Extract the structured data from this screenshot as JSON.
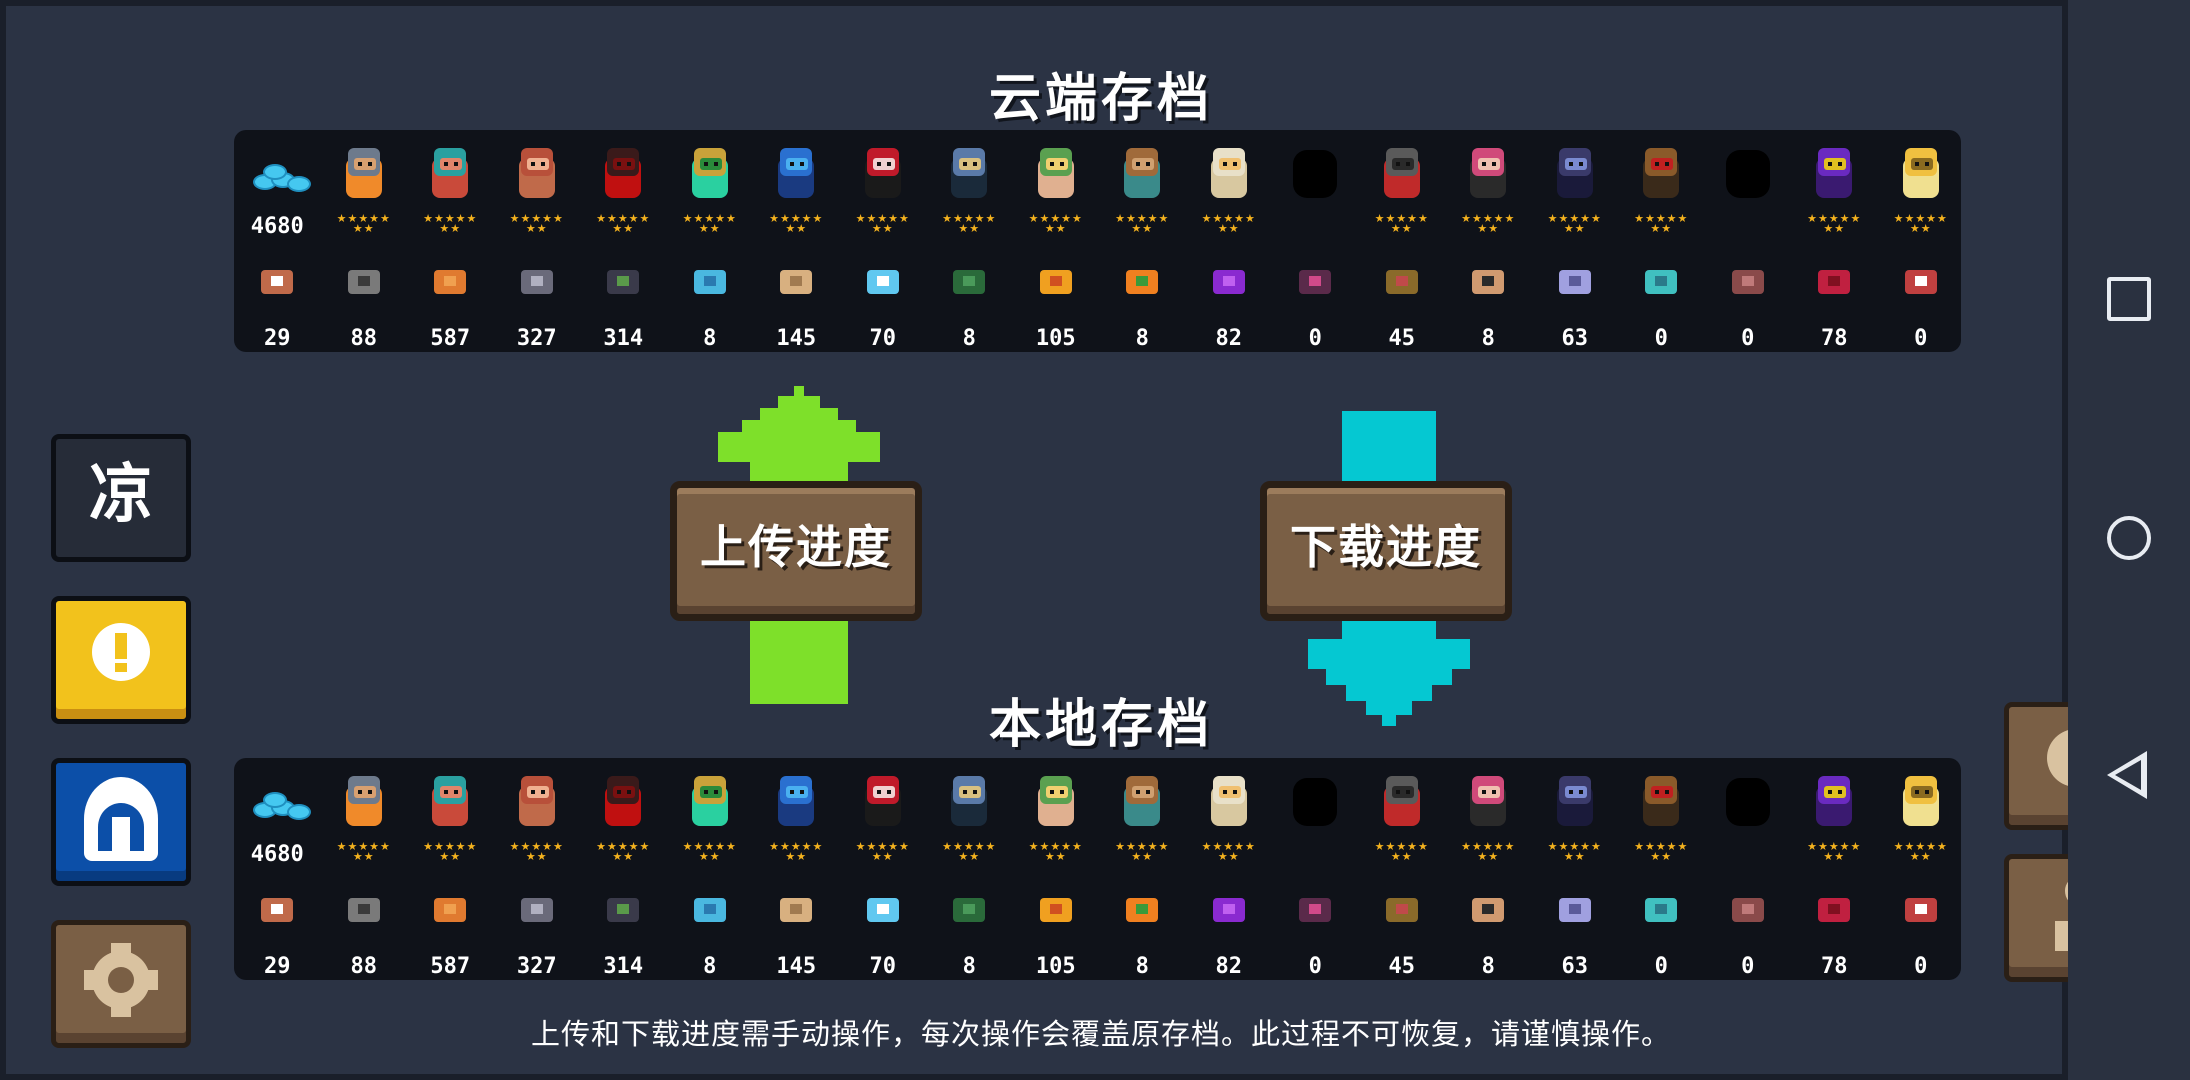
{
  "titles": {
    "cloud": "云端存档",
    "local": "本地存档"
  },
  "buttons": {
    "upload": "上传进度",
    "download": "下载进度"
  },
  "side": {
    "cool_label": "凉"
  },
  "footer_note": "上传和下载进度需手动操作，每次操作会覆盖原存档。此过程不可恢复，请谨慎操作。",
  "cloud": {
    "gems": "4680",
    "characters": [
      {
        "name": "knight",
        "stars": "★★★★★\n★★"
      },
      {
        "name": "rogue",
        "stars": "★★★★★\n★★"
      },
      {
        "name": "witch",
        "stars": "★★★★★\n★★"
      },
      {
        "name": "assassin",
        "stars": "★★★★★\n★★"
      },
      {
        "name": "engineer",
        "stars": "★★★★★\n★★"
      },
      {
        "name": "robot",
        "stars": "★★★★★\n★★"
      },
      {
        "name": "vampire",
        "stars": "★★★★★\n★★"
      },
      {
        "name": "paladin",
        "stars": "★★★★★\n★★"
      },
      {
        "name": "elf",
        "stars": "★★★★★\n★★"
      },
      {
        "name": "werewolf",
        "stars": "★★★★★\n★★"
      },
      {
        "name": "priest",
        "stars": "★★★★★\n★★"
      },
      {
        "name": "locked",
        "stars": ""
      },
      {
        "name": "berserker",
        "stars": "★★★★★\n★★"
      },
      {
        "name": "taoist",
        "stars": "★★★★★\n★★"
      },
      {
        "name": "necromancer",
        "stars": "★★★★★\n★★"
      },
      {
        "name": "officer",
        "stars": "★★★★★\n★★"
      },
      {
        "name": "locked",
        "stars": ""
      },
      {
        "name": "druid",
        "stars": "★★★★★\n★★"
      },
      {
        "name": "special",
        "stars": "★★★★★\n★★"
      }
    ],
    "materials": [
      "29",
      "88",
      "587",
      "327",
      "314",
      "8",
      "145",
      "70",
      "8",
      "105",
      "8",
      "82",
      "0",
      "45",
      "8",
      "63",
      "0",
      "0",
      "78",
      "0"
    ]
  },
  "local": {
    "gems": "4680",
    "characters": [
      {
        "name": "knight",
        "stars": "★★★★★\n★★"
      },
      {
        "name": "rogue",
        "stars": "★★★★★\n★★"
      },
      {
        "name": "witch",
        "stars": "★★★★★\n★★"
      },
      {
        "name": "assassin",
        "stars": "★★★★★\n★★"
      },
      {
        "name": "engineer",
        "stars": "★★★★★\n★★"
      },
      {
        "name": "robot",
        "stars": "★★★★★\n★★"
      },
      {
        "name": "vampire",
        "stars": "★★★★★\n★★"
      },
      {
        "name": "paladin",
        "stars": "★★★★★\n★★"
      },
      {
        "name": "elf",
        "stars": "★★★★★\n★★"
      },
      {
        "name": "werewolf",
        "stars": "★★★★★\n★★"
      },
      {
        "name": "priest",
        "stars": "★★★★★\n★★"
      },
      {
        "name": "locked",
        "stars": ""
      },
      {
        "name": "berserker",
        "stars": "★★★★★\n★★"
      },
      {
        "name": "taoist",
        "stars": "★★★★★\n★★"
      },
      {
        "name": "necromancer",
        "stars": "★★★★★\n★★"
      },
      {
        "name": "officer",
        "stars": "★★★★★\n★★"
      },
      {
        "name": "locked",
        "stars": ""
      },
      {
        "name": "druid",
        "stars": "★★★★★\n★★"
      },
      {
        "name": "special",
        "stars": "★★★★★\n★★"
      }
    ],
    "materials": [
      "29",
      "88",
      "587",
      "327",
      "314",
      "8",
      "145",
      "70",
      "8",
      "105",
      "8",
      "82",
      "0",
      "45",
      "8",
      "63",
      "0",
      "0",
      "78",
      "0"
    ]
  },
  "colors": {
    "upload_arrow": "#7ee02a",
    "download_arrow": "#05c8d2",
    "button_brown": "#7a5f45",
    "star": "#f4b21e"
  }
}
